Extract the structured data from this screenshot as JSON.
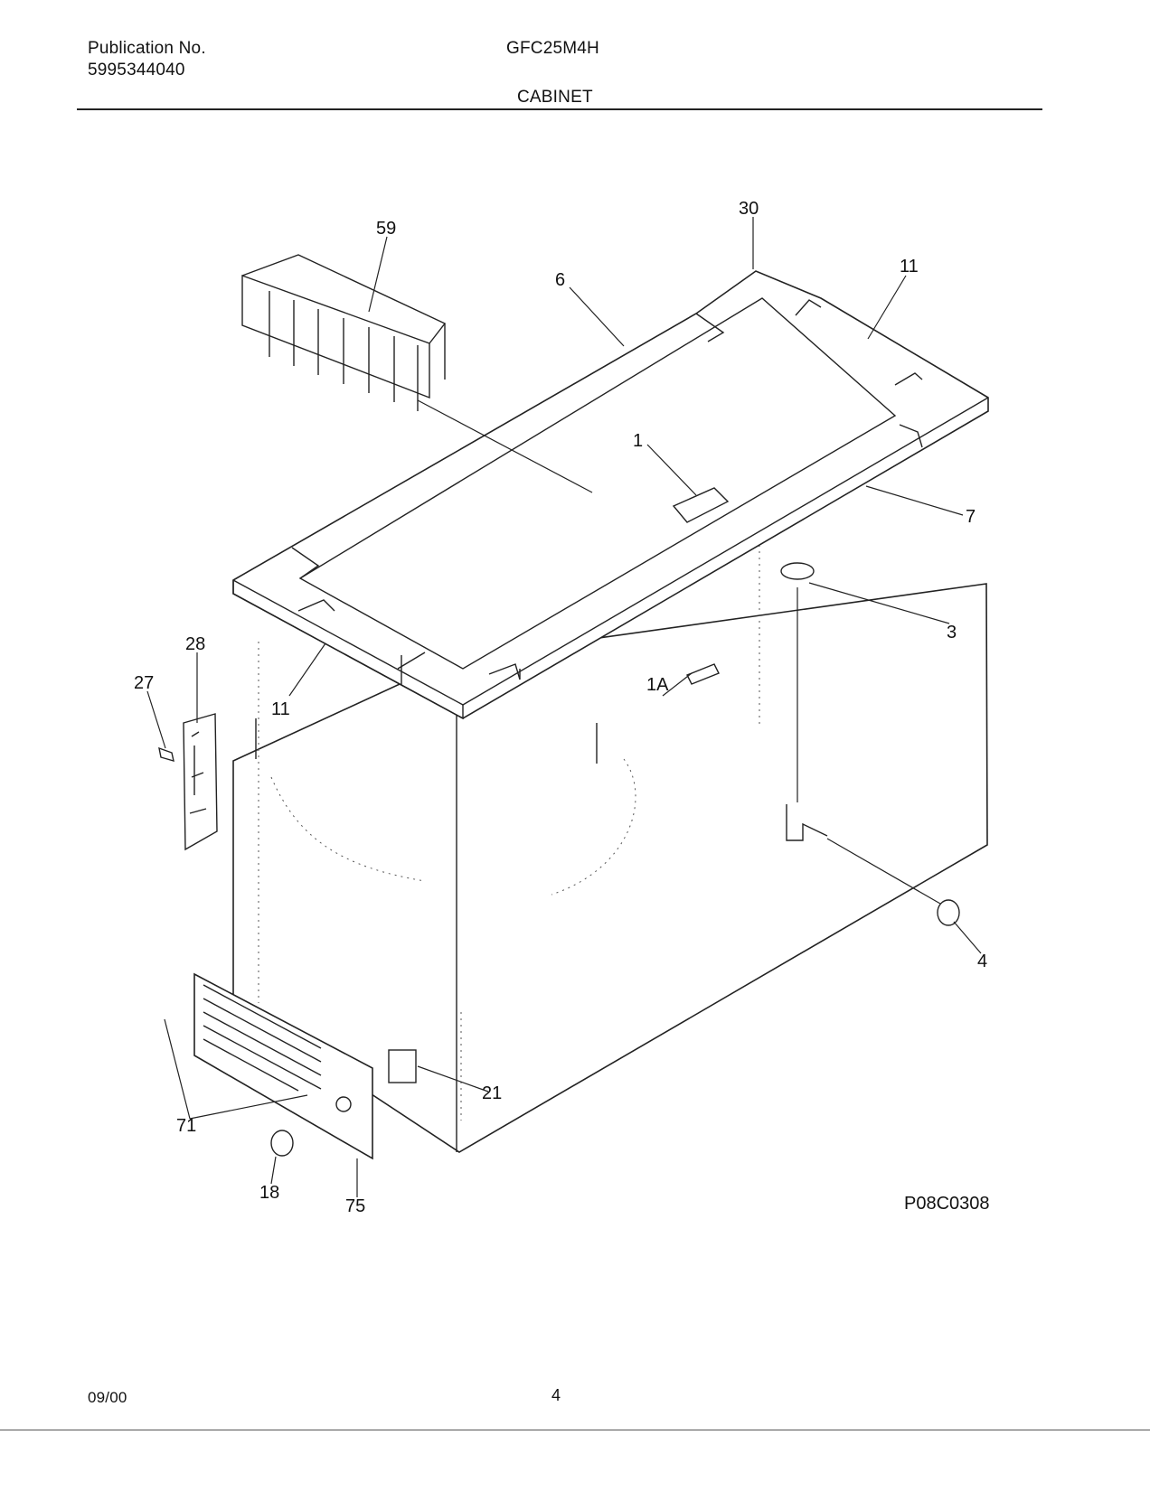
{
  "header": {
    "publication_label": "Publication No.",
    "publication_number": "5995344040",
    "model": "GFC25M4H",
    "section_title": "CABINET"
  },
  "diagram": {
    "callouts": [
      "59",
      "6",
      "30",
      "11",
      "1",
      "7",
      "3",
      "28",
      "27",
      "11",
      "1A",
      "4",
      "21",
      "71",
      "18",
      "75"
    ],
    "figure_code": "P08C0308"
  },
  "footer": {
    "date": "09/00",
    "page_number": "4"
  }
}
